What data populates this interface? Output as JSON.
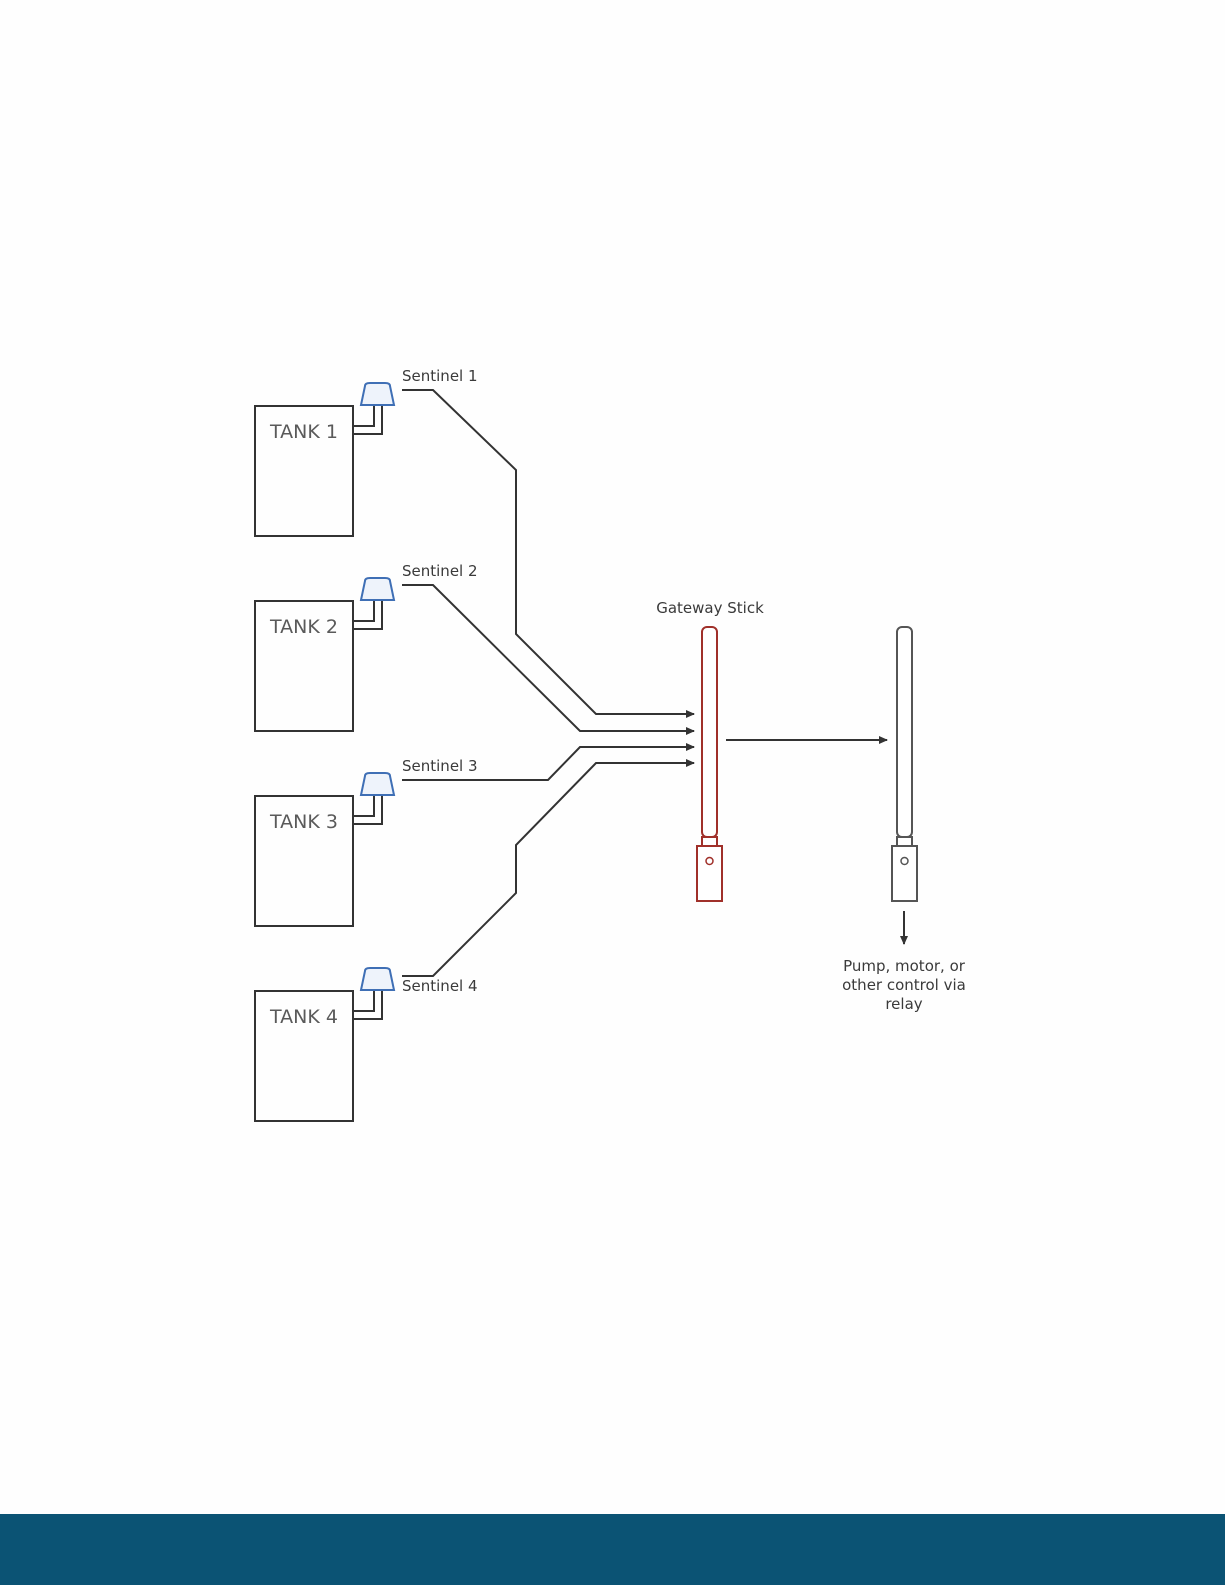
{
  "tanks": [
    {
      "label": "TANK 1",
      "sentinel": "Sentinel 1"
    },
    {
      "label": "TANK 2",
      "sentinel": "Sentinel 2"
    },
    {
      "label": "TANK 3",
      "sentinel": "Sentinel 3"
    },
    {
      "label": "TANK 4",
      "sentinel": "Sentinel 4"
    }
  ],
  "gateway": {
    "label": "Gateway Stick"
  },
  "output": {
    "lines": [
      "Pump, motor, or",
      "other control via",
      "relay"
    ]
  },
  "colors": {
    "line": "#333333",
    "sentinel": "#3f6fb5",
    "sentinel_fill": "#eef3fb",
    "gateway": "#a0302a",
    "receiver": "#555555",
    "footer": "#0b5374"
  }
}
